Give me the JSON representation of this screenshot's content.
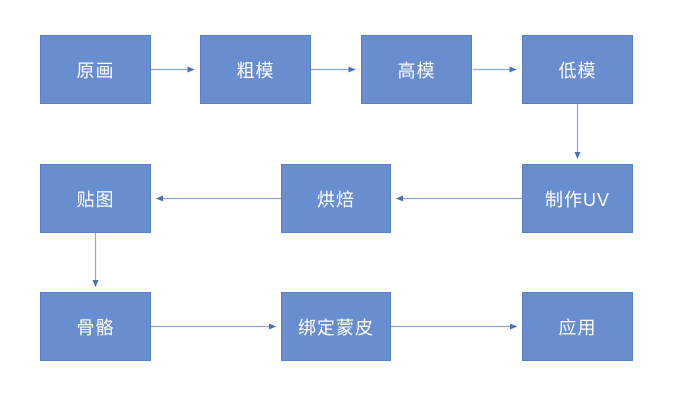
{
  "diagram": {
    "type": "flowchart",
    "description": "3D art asset production pipeline flowchart",
    "nodes": [
      {
        "id": "original-art",
        "label": "原画"
      },
      {
        "id": "rough-model",
        "label": "粗模"
      },
      {
        "id": "high-poly-model",
        "label": "高模"
      },
      {
        "id": "low-poly-model",
        "label": "低模"
      },
      {
        "id": "texture",
        "label": "贴图"
      },
      {
        "id": "baking",
        "label": "烘焙"
      },
      {
        "id": "uv-creation",
        "label": "制作UV"
      },
      {
        "id": "skeleton",
        "label": "骨骼"
      },
      {
        "id": "rig-and-skin",
        "label": "绑定蒙皮"
      },
      {
        "id": "application",
        "label": "应用"
      }
    ],
    "edges": [
      {
        "from": "原画",
        "to": "粗模",
        "direction": "right"
      },
      {
        "from": "粗模",
        "to": "高模",
        "direction": "right"
      },
      {
        "from": "高模",
        "to": "低模",
        "direction": "right"
      },
      {
        "from": "低模",
        "to": "制作UV",
        "direction": "down"
      },
      {
        "from": "制作UV",
        "to": "烘焙",
        "direction": "left"
      },
      {
        "from": "烘焙",
        "to": "贴图",
        "direction": "left"
      },
      {
        "from": "贴图",
        "to": "骨骼",
        "direction": "down"
      },
      {
        "from": "骨骼",
        "to": "绑定蒙皮",
        "direction": "right"
      },
      {
        "from": "绑定蒙皮",
        "to": "应用",
        "direction": "right"
      }
    ],
    "colors": {
      "background": "#FFFFFF",
      "node_fill": "#698ECF",
      "node_border": "#5B7EC5",
      "node_text": "#FFFFFF",
      "connector_line": "#8FA5DB",
      "connector_arrowhead": "#4A6FBD"
    }
  }
}
